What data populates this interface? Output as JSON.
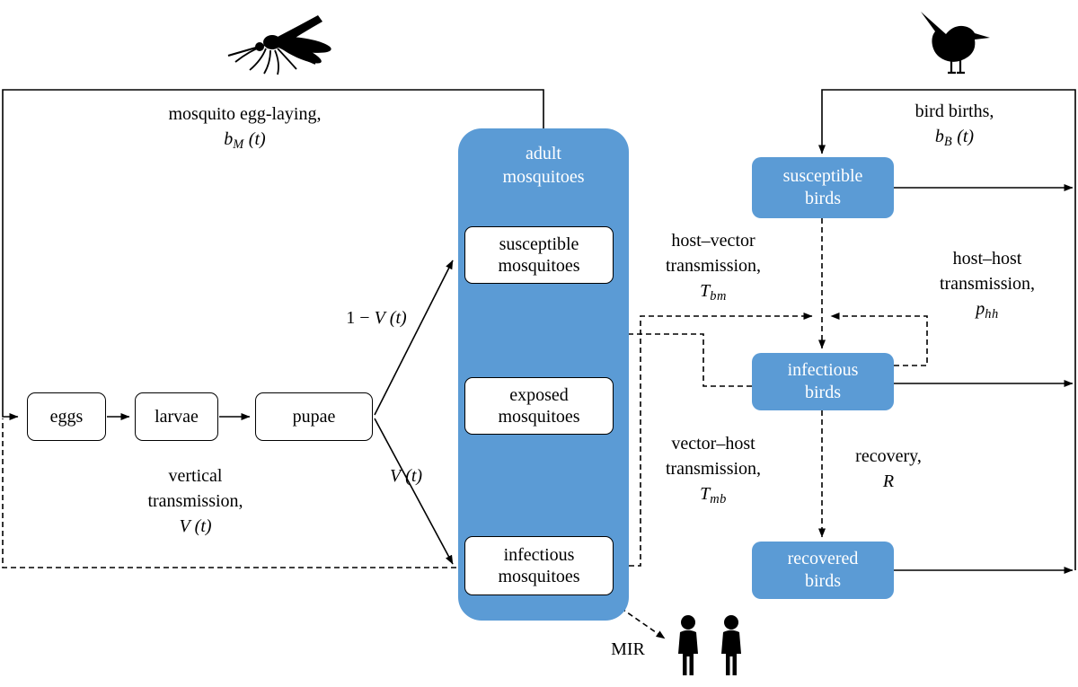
{
  "figure": {
    "type": "compartmental-model-diagram",
    "subject": "mosquito-bird disease transmission model"
  },
  "colors": {
    "node_fill": "#5b9bd5",
    "node_text": "#ffffff",
    "line": "#000000",
    "box_bg": "#ffffff"
  },
  "icons": {
    "mosquito": "mosquito-silhouette",
    "bird": "bird-silhouette",
    "humans": "two-human-silhouettes"
  },
  "nodes": {
    "eggs": "eggs",
    "larvae": "larvae",
    "pupae": "pupae",
    "adult_mosquitoes": "adult mosquitoes",
    "susceptible_mosquitoes": "susceptible mosquitoes",
    "exposed_mosquitoes": "exposed mosquitoes",
    "infectious_mosquitoes": "infectious mosquitoes",
    "susceptible_birds": "susceptible birds",
    "infectious_birds": "infectious birds",
    "recovered_birds": "recovered birds"
  },
  "labels": {
    "egg_laying": {
      "text": "mosquito egg-laying,",
      "var": "b",
      "sub": "M",
      "arg": "(t)"
    },
    "bird_births": {
      "text": "bird births,",
      "var": "b",
      "sub": "B",
      "arg": "(t)"
    },
    "host_vector": {
      "line1": "host–vector",
      "line2": "transmission,",
      "var": "T",
      "sub": "bm"
    },
    "host_host": {
      "line1": "host–host",
      "line2": "transmission,",
      "var": "p",
      "sub": "hh"
    },
    "vector_host": {
      "line1": "vector–host",
      "line2": "transmission,",
      "var": "T",
      "sub": "mb"
    },
    "recovery": {
      "line1": "recovery,",
      "var": "R"
    },
    "vertical_transmission": {
      "line1": "vertical",
      "line2": "transmission,",
      "var": "V",
      "arg": "(t)"
    },
    "one_minus_v": {
      "prefix": "1 − ",
      "var": "V",
      "arg": "(t)"
    },
    "v_of_t": {
      "var": "V",
      "arg": "(t)"
    },
    "mir": "MIR"
  }
}
